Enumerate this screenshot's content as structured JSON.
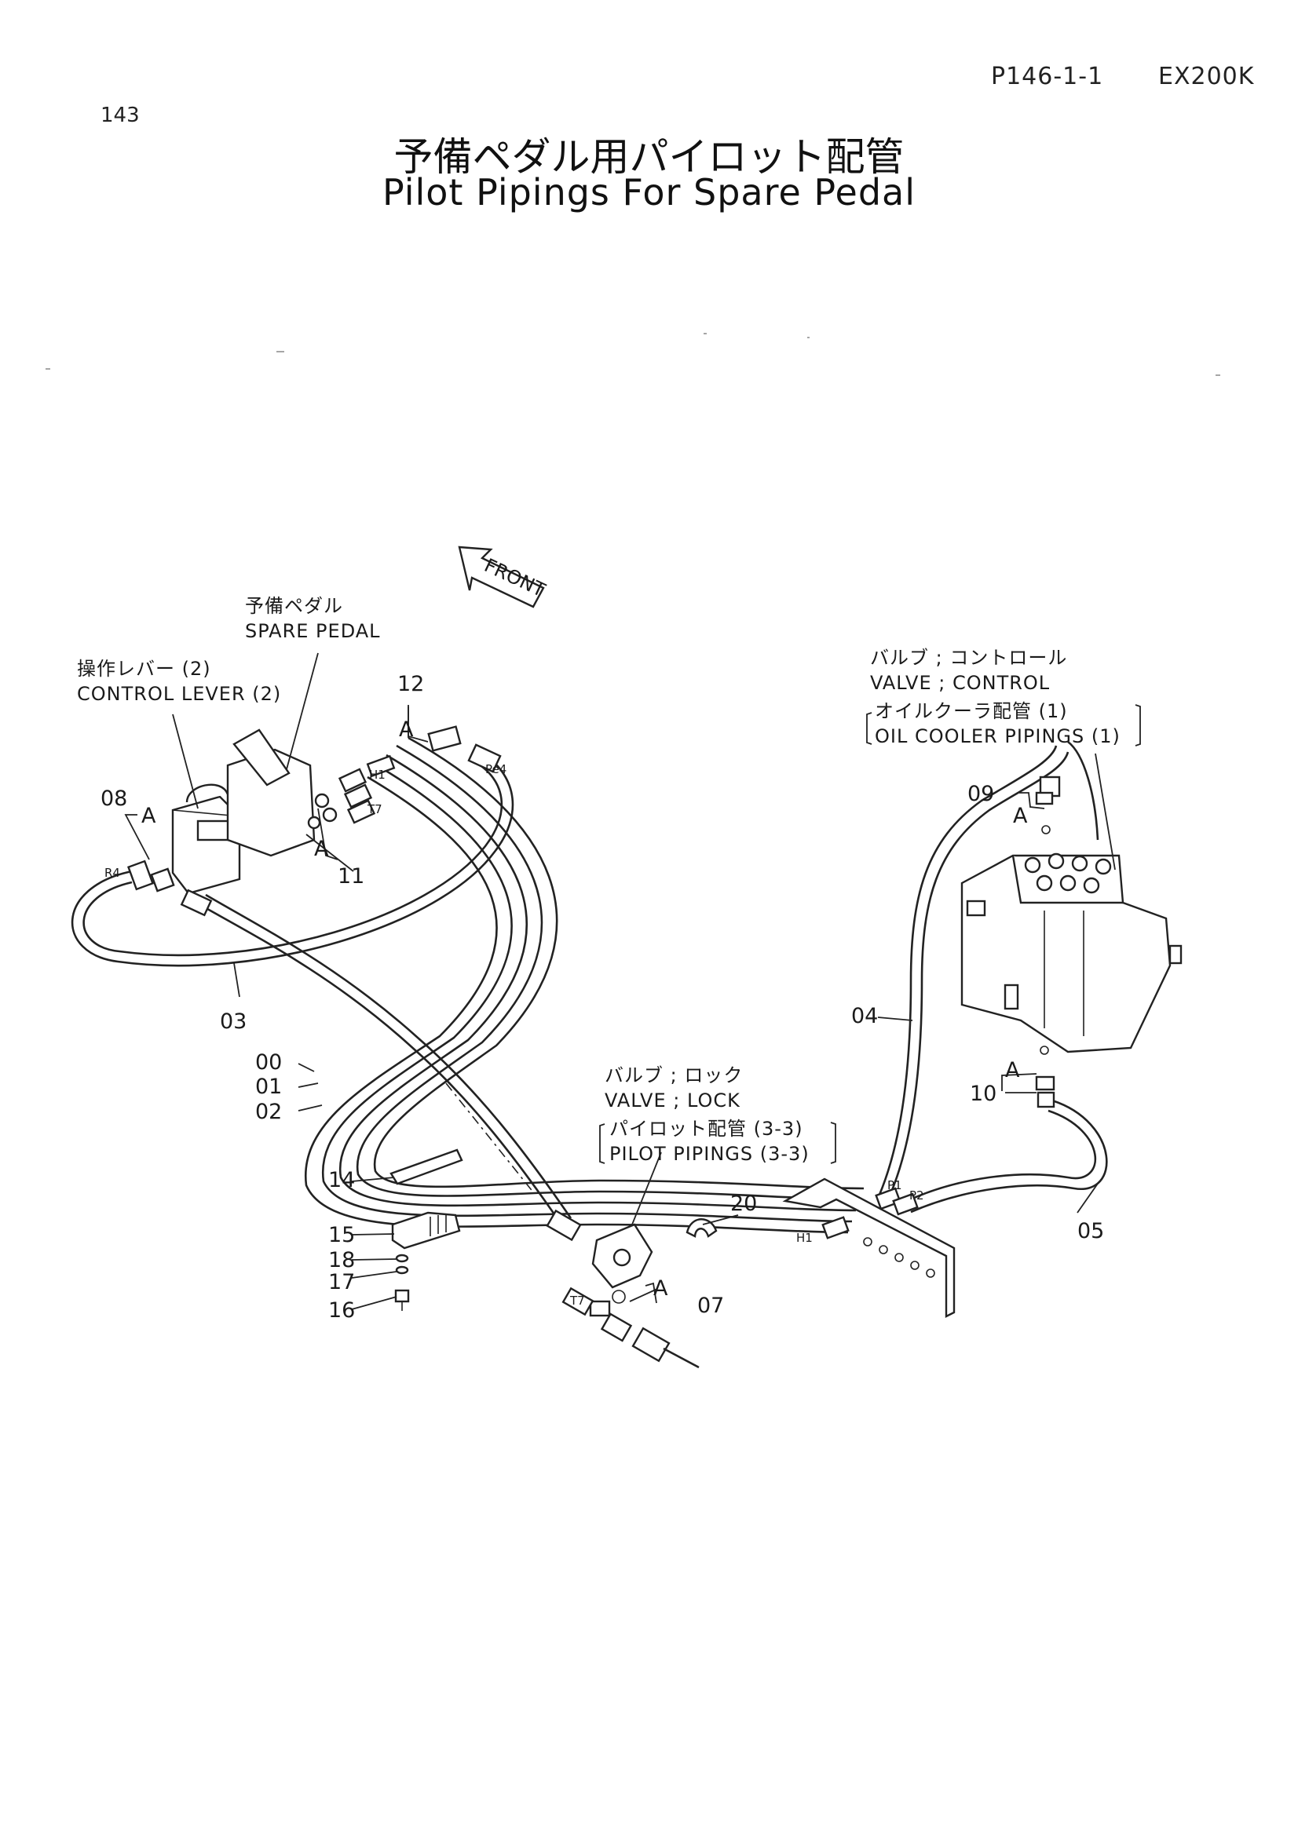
{
  "header": {
    "page_number": "143",
    "page_code": "P146-1-1",
    "model": "EX200K"
  },
  "title": {
    "japanese": "予備ペダル用パイロット配管",
    "english": "Pilot Pipings For Spare Pedal"
  },
  "callouts": {
    "front": "FRONT",
    "spare_pedal_jp": "予備ペダル",
    "spare_pedal_en": "SPARE PEDAL",
    "control_lever_jp": "操作レバー (2)",
    "control_lever_en": "CONTROL  LEVER (2)",
    "valve_control_jp": "バルブ ; コントロール",
    "valve_control_en": "VALVE ; CONTROL",
    "oil_cooler_jp": "オイルクーラ配管 (1)",
    "oil_cooler_en": "OIL  COOLER  PIPINGS (1)",
    "valve_lock_jp": "バルブ ; ロック",
    "valve_lock_en": "VALVE ; LOCK",
    "pilot_pipings_jp": "パイロット配管 (3-3)",
    "pilot_pipings_en": "PILOT  PIPINGS (3-3)"
  },
  "detail_marker": "A",
  "port_labels": {
    "r4": "R4",
    "pe4": "Pe4",
    "h1": "H1",
    "t7": "T7",
    "t7b": "T7",
    "h1b": "H1",
    "p1": "P1",
    "p2": "P2"
  },
  "part_numbers": {
    "p00": "00",
    "p01": "01",
    "p02": "02",
    "p03": "03",
    "p04": "04",
    "p05": "05",
    "p07": "07",
    "p08": "08",
    "p09": "09",
    "p10": "10",
    "p11": "11",
    "p12": "12",
    "p14": "14",
    "p15": "15",
    "p16": "16",
    "p17": "17",
    "p18": "18",
    "p20": "20"
  }
}
